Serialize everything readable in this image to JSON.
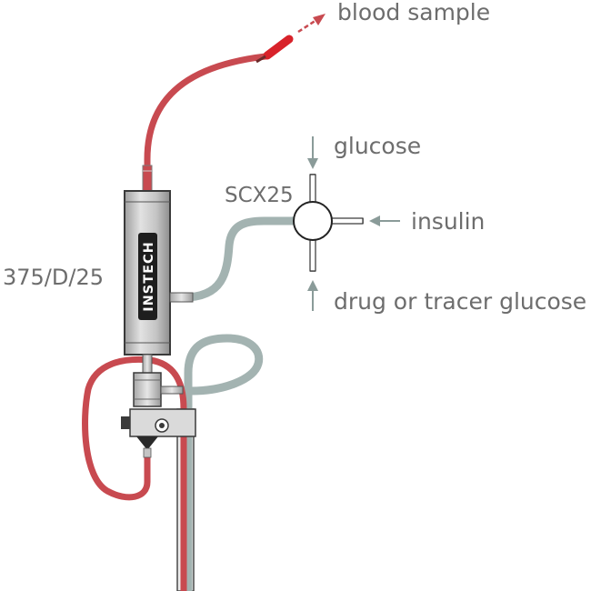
{
  "labels": {
    "blood_sample": "blood sample",
    "glucose": "glucose",
    "connector": "SCX25",
    "insulin": "insulin",
    "swivel_model": "375/D/25",
    "drug_tracer": "drug or tracer glucose"
  },
  "swivel_brand": "INSTECH",
  "colors": {
    "blood_line": "#c84a50",
    "blood_tip": "#d8222a",
    "infusion_line": "#a3b3b1",
    "arrow_gray": "#8a9b99",
    "label_text": "#6d6d6d",
    "swivel_body": "#c9c9c9",
    "logo_plate": "#1e1e1e"
  }
}
